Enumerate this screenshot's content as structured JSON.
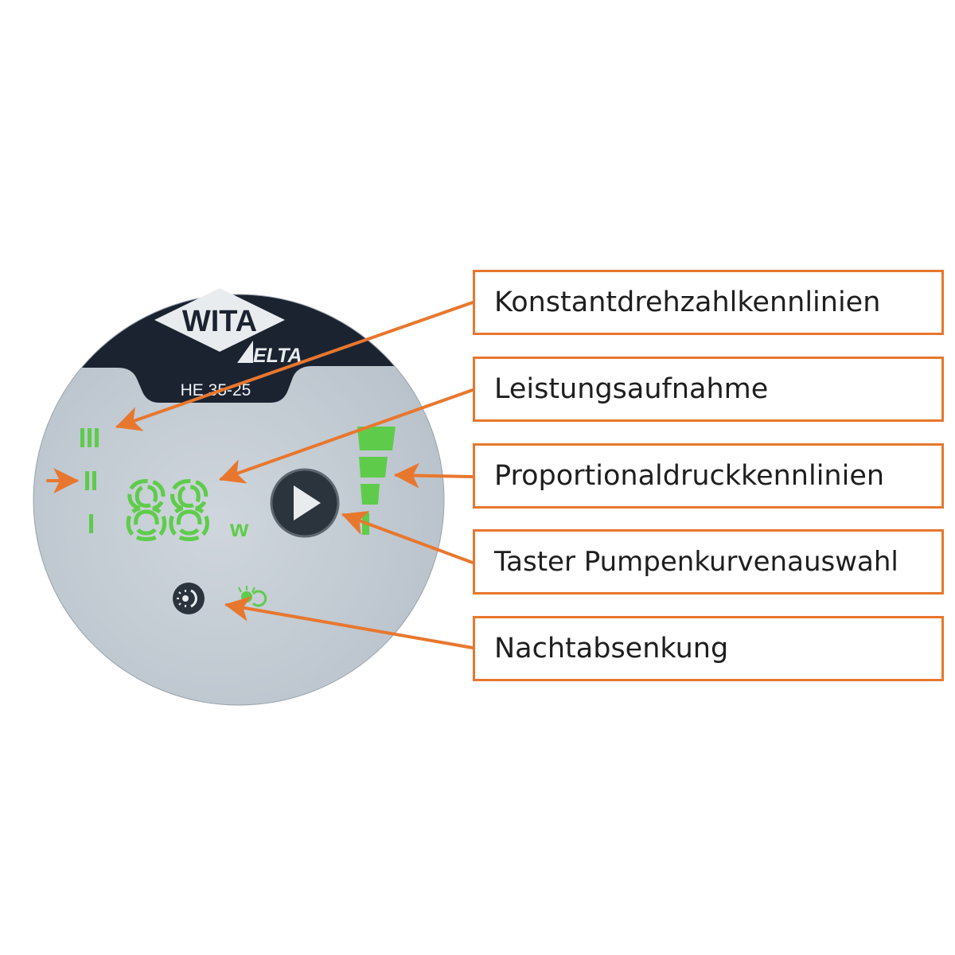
{
  "device": {
    "brand": "WITA",
    "sub_brand": "ELTA",
    "model": "HE 35-25",
    "display_digits": "88",
    "power_unit": "w",
    "constant_speed_levels": [
      "III",
      "II",
      "I"
    ]
  },
  "labels": [
    {
      "id": "constant-speed",
      "text": "Konstantdrehzahlkennlinien"
    },
    {
      "id": "power-consumption",
      "text": "Leistungsaufnahme"
    },
    {
      "id": "proportional-pressure",
      "text": "Proportionaldruckkennlinien"
    },
    {
      "id": "curve-button",
      "text": "Taster Pumpenkurvenauswahl"
    },
    {
      "id": "night-setback",
      "text": "Nachtabsenkung"
    }
  ],
  "colors": {
    "accent": "#e8772e",
    "led_green": "#5ecc4a",
    "panel_face": "#c4ccd4",
    "panel_top": "#1b2331",
    "button": "#2b333d"
  }
}
